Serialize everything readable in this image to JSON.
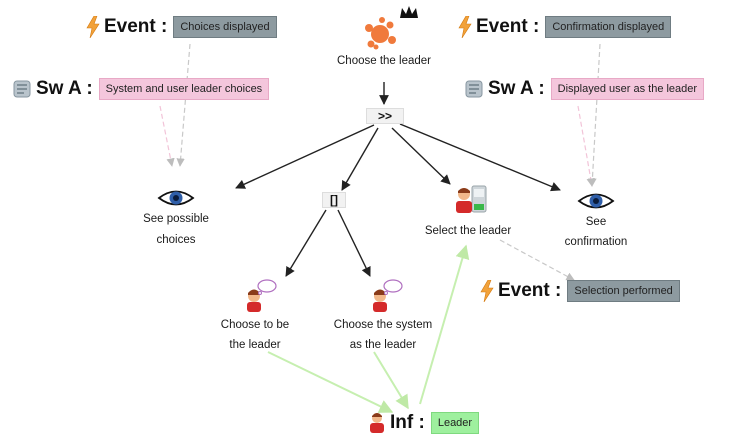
{
  "task_nodes": {
    "root": "Choose the leader",
    "see_choices_1": "See possible",
    "see_choices_2": "choices",
    "select": "Select the leader",
    "see_confirm_1": "See",
    "see_confirm_2": "confirmation",
    "choose_self_1": "Choose to be",
    "choose_self_2": "the leader",
    "choose_system_1": "Choose the system",
    "choose_system_2": "as the leader"
  },
  "operators": {
    "enabling": ">>",
    "choice": "[]"
  },
  "annotations": {
    "event_key": "Event :",
    "sw_key": "Sw A :",
    "inf_key": "Inf :",
    "event_choices": "Choices displayed",
    "event_confirmation": "Confirmation displayed",
    "event_selection": "Selection performed",
    "sw_choices": "System and user leader choices",
    "sw_displayed": "Displayed user as the leader",
    "inf_leader": "Leader"
  },
  "colors": {
    "event_box": "#8d9aa0",
    "sw_box": "#f4c6dc",
    "inf_box": "#9ef09e",
    "edge": "#222222",
    "info_edge": "#c6efb0",
    "dashed_edge": "#c8c8c8"
  },
  "icons": {
    "root": "splash-task-icon",
    "crown": "crown-icon",
    "eye": "eye-icon",
    "user": "user-task-icon",
    "interactive": "interactive-task-icon",
    "event": "lightning-icon",
    "software": "software-icon",
    "inf": "information-icon"
  }
}
